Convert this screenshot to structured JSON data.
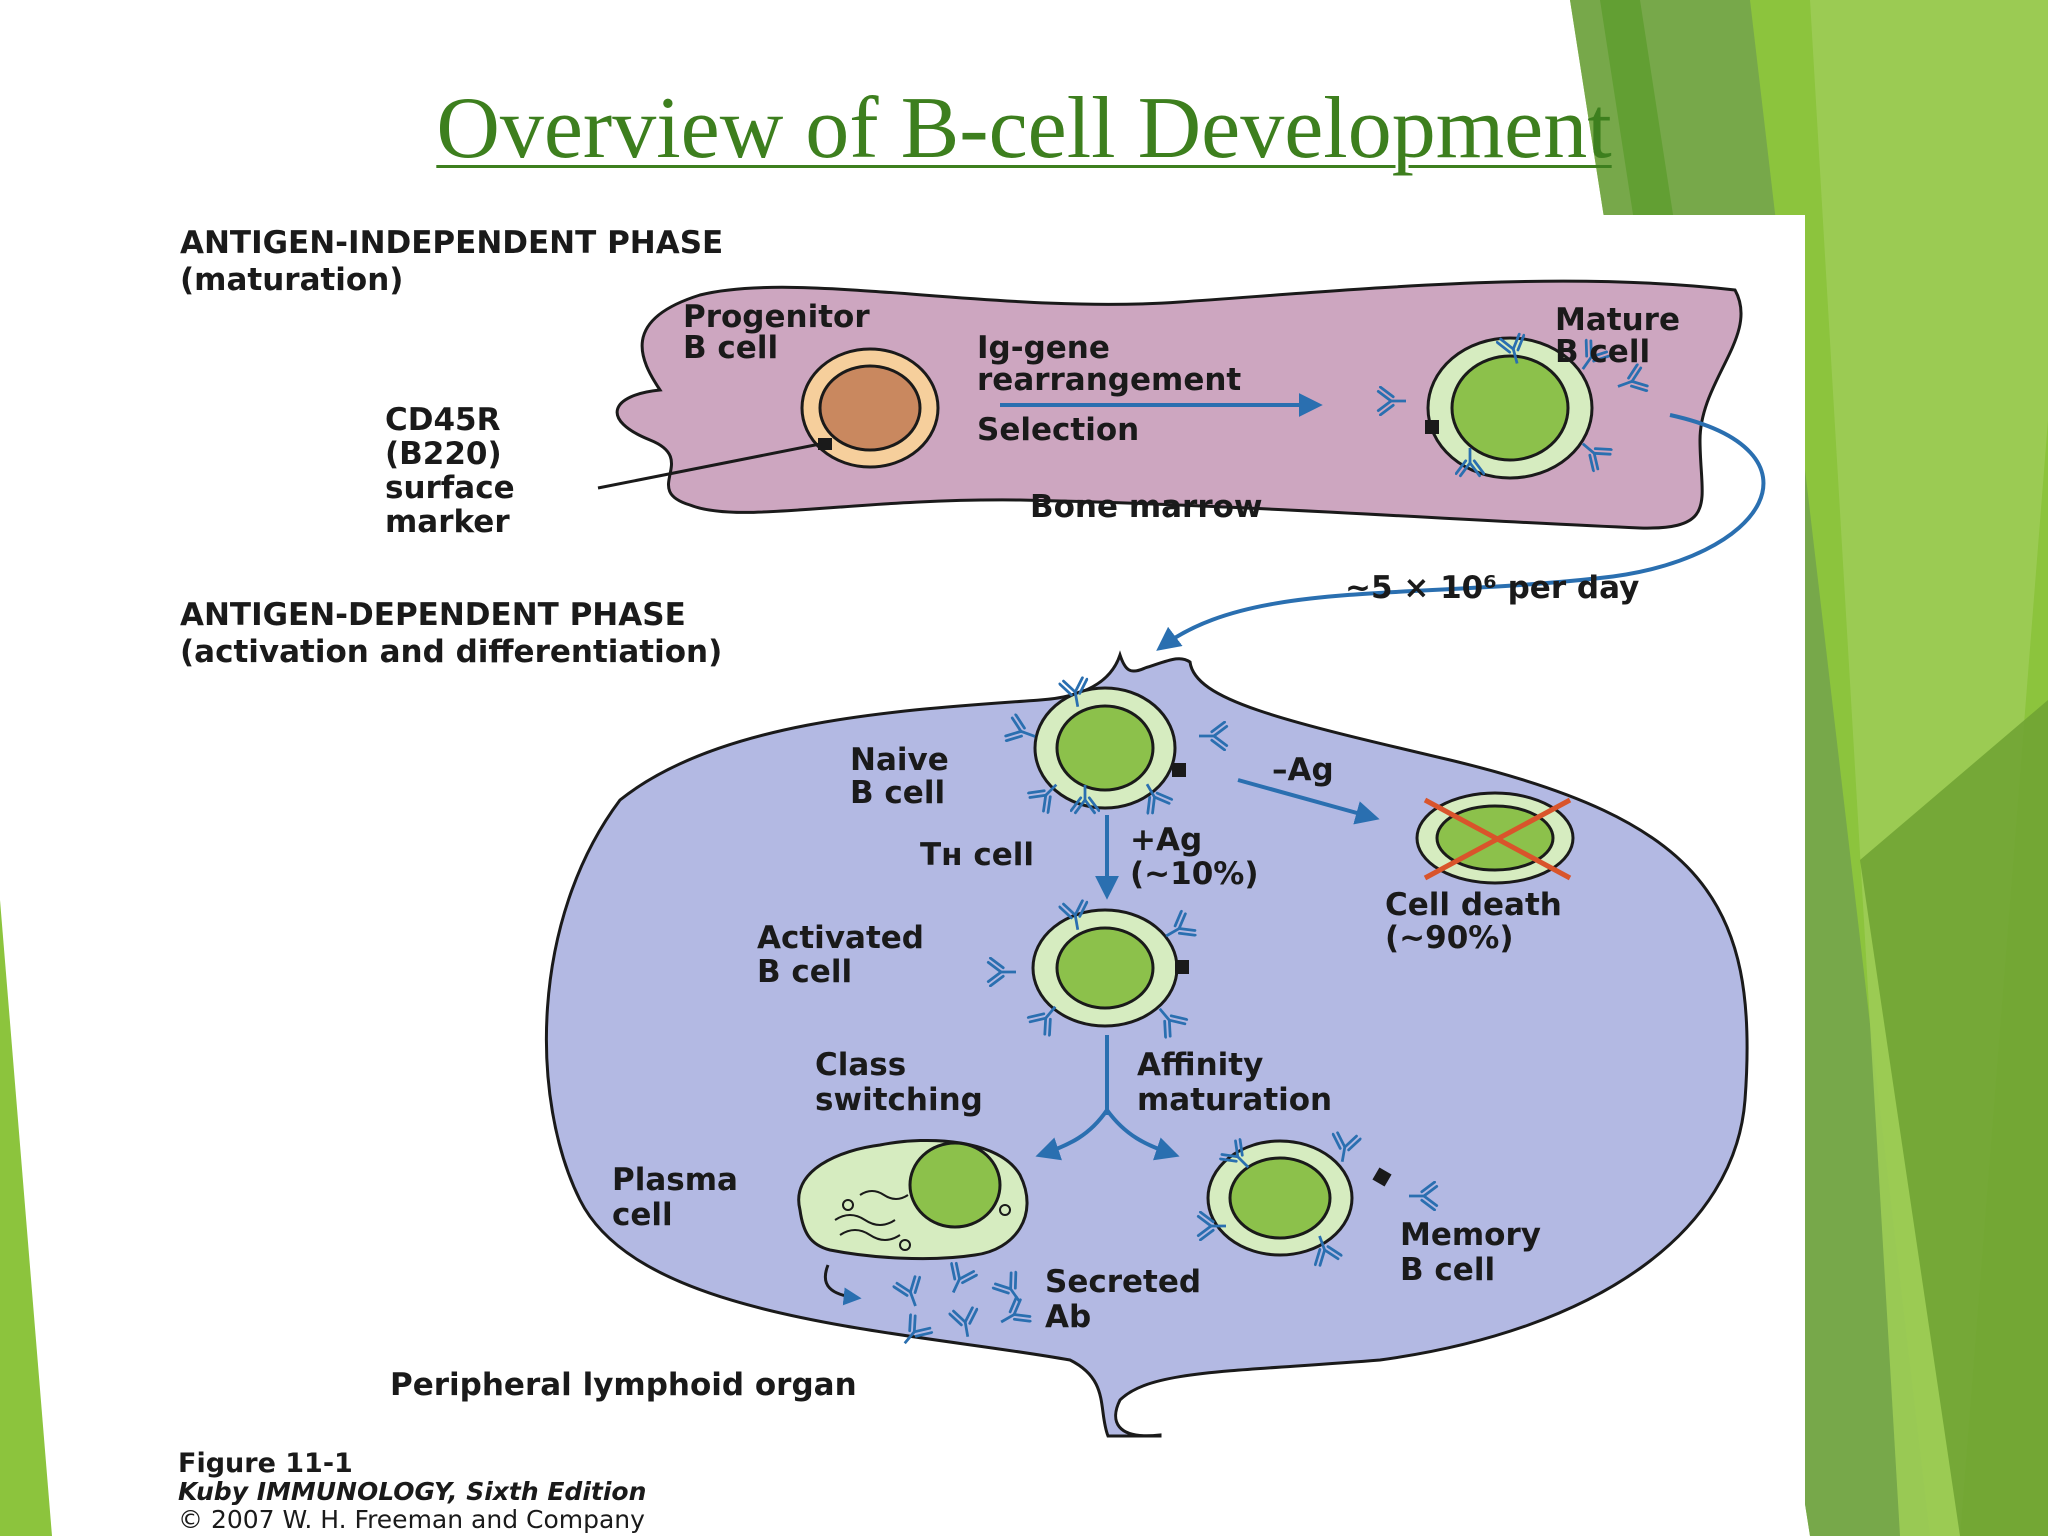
{
  "slide": {
    "title": "Overview of B-cell Development",
    "colors": {
      "title": "#3d7f1e",
      "theme_green_light": "#8cc43d",
      "theme_green_dark": "#5a9b2a",
      "bone_marrow": "#cda6c0",
      "lymphoid_organ": "#b3b9e3",
      "arrow_blue": "#2a6fb0",
      "cell_nucleus": "#8cc14b",
      "cell_cytoplasm": "#d6ecc0"
    }
  },
  "figure": {
    "phase1_title": "ANTIGEN-INDEPENDENT PHASE",
    "phase1_subtitle": "(maturation)",
    "phase2_title": "ANTIGEN-DEPENDENT PHASE",
    "phase2_subtitle": "(activation and differentiation)",
    "progenitor_line1": "Progenitor",
    "progenitor_line2": "B cell",
    "mature_line1": "Mature",
    "mature_line2": "B cell",
    "ig_line1": "Ig-gene",
    "ig_line2": "rearrangement",
    "selection": "Selection",
    "marker_line1": "CD45R",
    "marker_line2": "(B220)",
    "marker_line3": "surface",
    "marker_line4": "marker",
    "bone_marrow": "Bone marrow",
    "rate": "~5 × 10⁶ per day",
    "naive_line1": "Naive",
    "naive_line2": "B cell",
    "minus_ag": "–Ag",
    "th_cell": "Tʜ cell",
    "plus_ag_line1": "+Ag",
    "plus_ag_line2": "(~10%)",
    "death_line1": "Cell death",
    "death_line2": "(~90%)",
    "activated_line1": "Activated",
    "activated_line2": "B cell",
    "class_line1": "Class",
    "class_line2": "switching",
    "affinity_line1": "Affinity",
    "affinity_line2": "maturation",
    "plasma_line1": "Plasma",
    "plasma_line2": "cell",
    "memory_line1": "Memory",
    "memory_line2": "B cell",
    "secreted_line1": "Secreted",
    "secreted_line2": "Ab",
    "peripheral": "Peripheral lymphoid organ",
    "caption_line1": "Figure 11-1",
    "caption_line2": "Kuby IMMUNOLOGY, Sixth Edition",
    "caption_line3": "© 2007 W. H. Freeman and Company"
  }
}
